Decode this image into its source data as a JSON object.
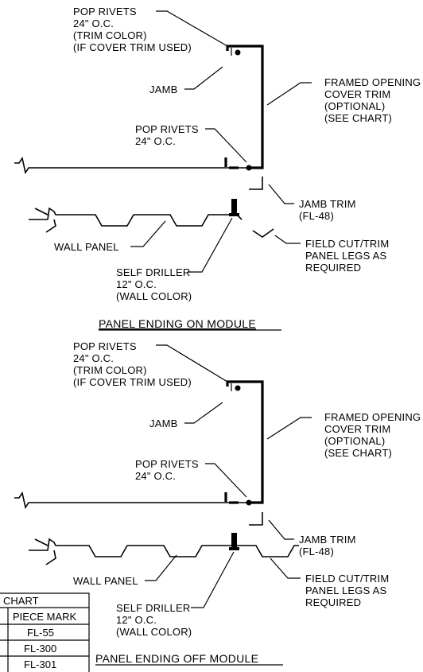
{
  "top_detail": {
    "pop_rivets_1": [
      "POP RIVETS",
      "24\" O.C.",
      "(TRIM COLOR)",
      "(IF COVER TRIM USED)"
    ],
    "jamb": "JAMB",
    "framed_opening": [
      "FRAMED OPENING",
      "COVER TRIM",
      "(OPTIONAL)",
      "(SEE CHART)"
    ],
    "pop_rivets_2": [
      "POP RIVETS",
      "24\" O.C."
    ],
    "jamb_trim": [
      "JAMB TRIM",
      "(FL-48)"
    ],
    "wall_panel": "WALL PANEL",
    "field_cut": [
      "FIELD CUT/TRIM",
      "PANEL LEGS AS",
      "REQUIRED"
    ],
    "self_driller": [
      "SELF DRILLER",
      "12\" O.C.",
      "(WALL COLOR)"
    ],
    "title": "PANEL ENDING ON MODULE"
  },
  "bottom_detail": {
    "pop_rivets_1": [
      "POP RIVETS",
      "24\" O.C.",
      "(TRIM COLOR)",
      "(IF COVER TRIM USED)"
    ],
    "jamb": "JAMB",
    "framed_opening": [
      "FRAMED OPENING",
      "COVER TRIM",
      "(OPTIONAL)",
      "(SEE CHART)"
    ],
    "pop_rivets_2": [
      "POP RIVETS",
      "24\" O.C."
    ],
    "jamb_trim": [
      "JAMB TRIM",
      "(FL-48)"
    ],
    "wall_panel": "WALL PANEL",
    "field_cut": [
      "FIELD CUT/TRIM",
      "PANEL LEGS AS",
      "REQUIRED"
    ],
    "self_driller": [
      "SELF DRILLER",
      "12\" O.C.",
      "(WALL COLOR)"
    ],
    "title": "PANEL ENDING OFF MODULE"
  },
  "chart": {
    "title": "CHART",
    "header": "PIECE MARK",
    "rows": [
      "FL-55",
      "FL-300",
      "FL-301"
    ]
  }
}
